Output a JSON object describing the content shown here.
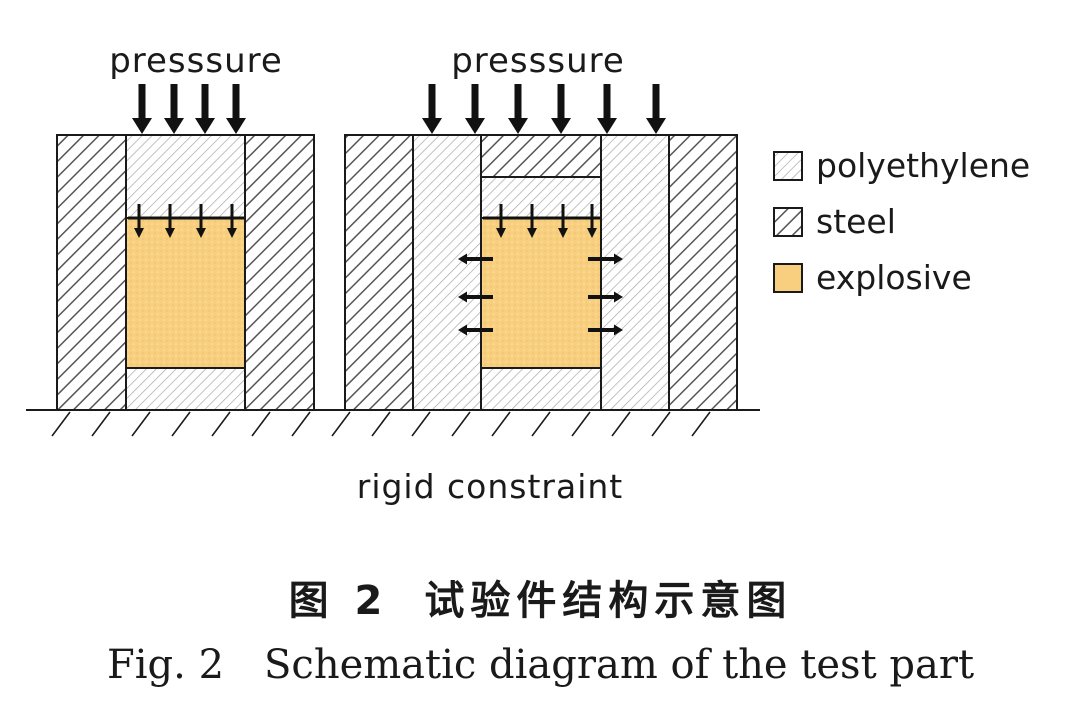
{
  "diagram": {
    "left_panel": {
      "top_label": "presssure"
    },
    "right_panel": {
      "top_label": "presssure"
    },
    "ground_label": "rigid constraint",
    "legend": [
      {
        "label": "polyethylene",
        "material": "polyethylene"
      },
      {
        "label": "steel",
        "material": "steel"
      },
      {
        "label": "explosive",
        "material": "explosive"
      }
    ],
    "colors": {
      "explosive": "#f7cf7e",
      "steel_hatch": "#555555",
      "poly_hatch": "#9a9a9a",
      "outline": "#1a1a1a"
    }
  },
  "caption": {
    "cn_number": "图 2",
    "cn_title": "试验件结构示意图",
    "en_number": "Fig. 2",
    "en_title": "Schematic diagram of the test part"
  }
}
